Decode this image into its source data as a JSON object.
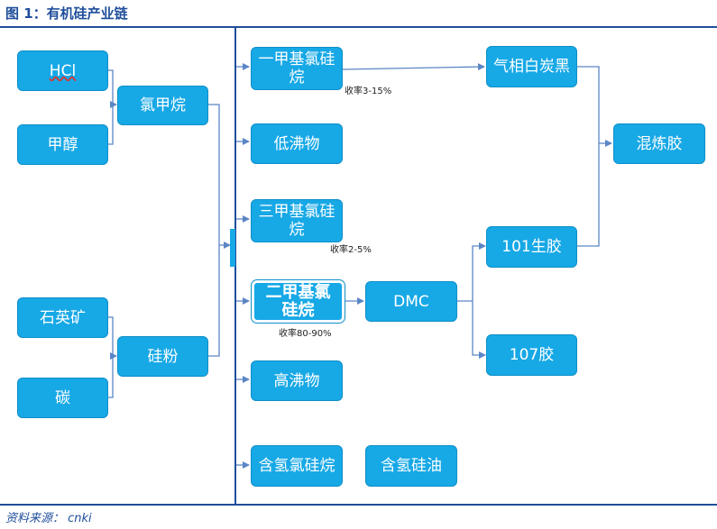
{
  "title": "图 1：有机硅产业链",
  "footer": "资料来源： cnki",
  "nodes": {
    "hcl": "HCl",
    "methanol": "甲醇",
    "chloromethane": "氯甲烷",
    "quartz": "石英矿",
    "carbon": "碳",
    "silicon_powder": "硅粉",
    "methylchlorosilane_mono": "一甲基氯硅烷",
    "low_boilers": "低沸物",
    "trimethylchlorosilane": "三甲基氯硅烷",
    "dimethyldichlorosilane": "二甲基氯硅烷",
    "high_boilers": "高沸物",
    "hydrogen_chlorosilane": "含氢氯硅烷",
    "dmc": "DMC",
    "hydrogen_silicone_oil": "含氢硅油",
    "fumed_silica": "气相白炭黑",
    "raw_rubber_101": "101生胶",
    "rubber_107": "107胶",
    "compound_rubber": "混炼胶"
  },
  "yields": {
    "mono": "收率3-15%",
    "tri": "收率2-5%",
    "di": "收率80-90%"
  },
  "colors": {
    "box": "#17a8e6",
    "line": "#5b86c5",
    "accent": "#1f4e9b"
  }
}
